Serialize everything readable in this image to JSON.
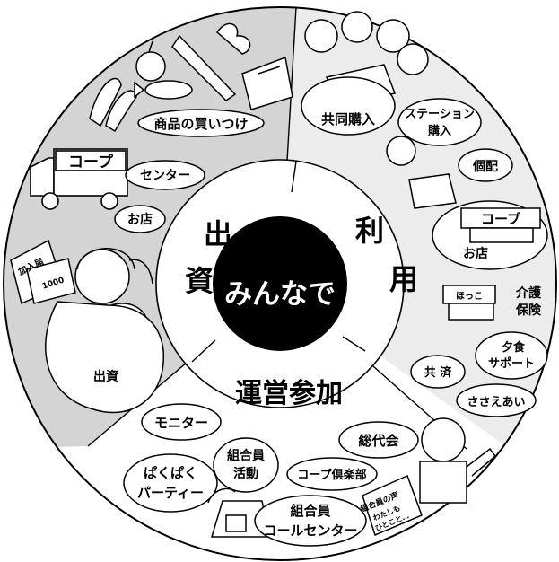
{
  "center": {
    "label": "みんなで"
  },
  "sectors": {
    "invest": {
      "label_top": "出",
      "label_bottom": "資"
    },
    "use": {
      "label_top": "利",
      "label_bottom": "用"
    },
    "participate": {
      "label": "運営参加"
    }
  },
  "invest_items": {
    "buying": "商品の買いつけ",
    "truck_sign": "コープ",
    "center": "センター",
    "store": "お店",
    "form": "加入届",
    "money": "1000",
    "invest": "出資"
  },
  "use_items": {
    "joint": "共同購入",
    "station_1": "ステーション",
    "station_2": "購入",
    "individual": "個配",
    "store_sign": "コープ",
    "store": "お店",
    "care_sign": "ほっこ",
    "care_1": "介護",
    "care_2": "保険",
    "mutual": "共 済",
    "meal_1": "夕食",
    "meal_2": "サポート",
    "support": "ささえあい"
  },
  "participate_items": {
    "monitor": "モニター",
    "team_1": "組合員",
    "team_2": "活動",
    "general": "総代会",
    "papa_1": "ぱくぱく",
    "papa_2": "パーティー",
    "club": "コープ倶楽部",
    "call_1": "組合員",
    "call_2": "コールセンター",
    "voice_1": "組合員の声",
    "voice_2": "わたしも",
    "voice_3": "ひとこと…"
  },
  "colors": {
    "gray": "#d4d4d4",
    "light": "#ededed",
    "white": "#ffffff",
    "ink": "#000000"
  }
}
